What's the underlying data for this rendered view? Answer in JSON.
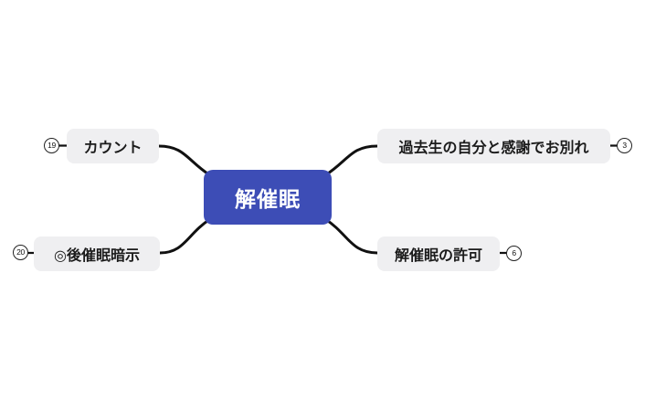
{
  "center_node": {
    "label": "解催眠"
  },
  "branches": [
    {
      "label": "カウント",
      "badge": "19",
      "side": "left",
      "row": "top"
    },
    {
      "label": "◎後催眠暗示",
      "badge": "20",
      "side": "left",
      "row": "bottom"
    },
    {
      "label": "過去生の自分と感謝でお別れ",
      "badge": "3",
      "side": "right",
      "row": "top"
    },
    {
      "label": "解催眠の許可",
      "badge": "6",
      "side": "right",
      "row": "bottom"
    }
  ],
  "colors": {
    "canvas_bg": "#ffffff",
    "center_bg": "#3d4db6",
    "center_text": "#ffffff",
    "branch_bg": "#efeff1",
    "branch_text": "#1b1b1b",
    "line": "#111111",
    "badge_border": "#222222",
    "badge_bg": "#ffffff",
    "badge_text": "#111111"
  }
}
